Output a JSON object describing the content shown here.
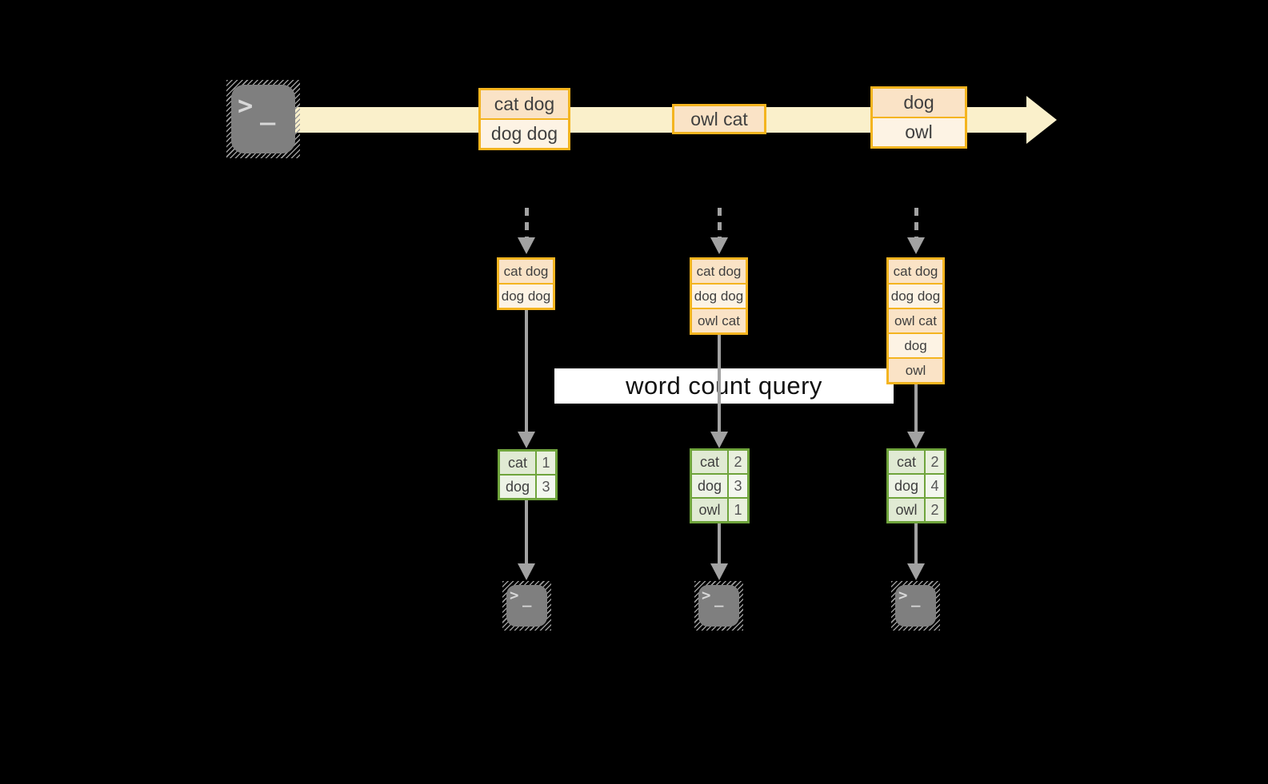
{
  "colors": {
    "background": "#000000",
    "stream_fill": "#FAF0CB",
    "orange_border": "#F4B41F",
    "orange_cell_dark": "#FAE3C6",
    "orange_cell_light": "#FDF3E4",
    "green_border": "#6FA43C",
    "green_cell_dark": "#E0EAD3",
    "green_cell_light": "#EFF4EA",
    "arrow_gray": "#A2A2A2",
    "terminal_gray": "#7F7F7F",
    "query_band_bg": "#FFFFFF",
    "text_dark": "#3F3F3F",
    "query_text": "#111111"
  },
  "query": {
    "label": "word count query"
  },
  "icons": {
    "source_terminal": "terminal-icon",
    "sink_terminal": "terminal-icon",
    "prompt": ">",
    "cursor": "_"
  },
  "stream": {
    "batches": [
      {
        "lines": [
          "cat dog",
          "dog dog"
        ]
      },
      {
        "lines": [
          "owl cat"
        ]
      },
      {
        "lines": [
          "dog",
          "owl"
        ]
      }
    ]
  },
  "columns": [
    {
      "state": [
        "cat dog",
        "dog dog"
      ],
      "result": [
        {
          "word": "cat",
          "count": "1"
        },
        {
          "word": "dog",
          "count": "3"
        }
      ]
    },
    {
      "state": [
        "cat dog",
        "dog dog",
        "owl cat"
      ],
      "result": [
        {
          "word": "cat",
          "count": "2"
        },
        {
          "word": "dog",
          "count": "3"
        },
        {
          "word": "owl",
          "count": "1"
        }
      ]
    },
    {
      "state": [
        "cat dog",
        "dog dog",
        "owl cat",
        "dog",
        "owl"
      ],
      "result": [
        {
          "word": "cat",
          "count": "2"
        },
        {
          "word": "dog",
          "count": "4"
        },
        {
          "word": "owl",
          "count": "2"
        }
      ]
    }
  ]
}
